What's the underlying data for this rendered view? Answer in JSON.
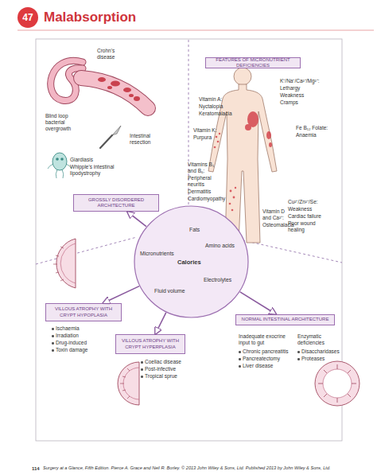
{
  "diagram": {
    "title": "Malabsorption",
    "caption": "Surgery at a Glance, Fifth Edition. Pierce A. Grace and Neil R. Borley. © 2013 John Wiley & Sons, Ltd. Published 2013 by John Wiley & Sons, Ltd.",
    "nodes": [
      {
        "text": [
          "Fats",
          "Amino acids",
          "Micronutrients",
          "Calories",
          "Electrolytes",
          "Fluid volume"
        ]
      },
      {
        "text": [
          "GROSSLY DISORDERED ARCHITECTURE"
        ]
      },
      {
        "text": [
          "VILLOUS ATROPHY WITH CRYPT HYPOPLASIA"
        ]
      },
      {
        "text": [
          "VILLOUS ATROPHY WITH CRYPT HYPERPLASIA"
        ]
      },
      {
        "text": [
          "NORMAL INTESTINAL ARCHITECTURE"
        ]
      },
      {
        "text": [
          "FEATURES OF MICRONUTRIENT DEFICIENCIES"
        ]
      }
    ],
    "edges": [
      {
        "from": 0,
        "to": 1,
        "arrow": "to"
      },
      {
        "from": 0,
        "to": 2,
        "arrow": "to"
      },
      {
        "from": 0,
        "to": 3,
        "arrow": "to"
      },
      {
        "from": 0,
        "to": 4,
        "arrow": "to"
      }
    ],
    "labels": [
      "47",
      "114",
      "Crohn's disease",
      "Blind loop bacterial overgrowth",
      "Intestinal resection",
      "Giardiasis",
      "Whipple's intestinal lipodystrophy",
      "Vitamin A:",
      "Nyctalopia",
      "Keratomalacia",
      "K⁺/Na⁺/Ca²⁺/Mg²⁺:",
      "Lethargy",
      "Weakness",
      "Cramps",
      "Vitamin K:",
      "Purpura",
      "Fe B₁₂ Folate:",
      "Anaemia",
      "Vitamins B₁ and B₆:",
      "Peripheral neuritis",
      "Dermatitis",
      "Cardiomyopathy",
      "Cu²⁺/Zn²⁺/Se:",
      "Weakness",
      "Cardiac failure",
      "Poor wound healing",
      "Vitamin D and Ca²⁺:",
      "Osteomalacia",
      "Ischaemia",
      "Irradiation",
      "Drug-induced",
      "Toxin damage",
      "Coeliac disease",
      "Post-infective",
      "Tropical sprue",
      "Inadequate exocrine input to gut",
      "Chronic pancreatitis",
      "Pancreatectomy",
      "Liver disease",
      "Enzymatic deficiencies",
      "Disaccharidases",
      "Proteases"
    ]
  }
}
